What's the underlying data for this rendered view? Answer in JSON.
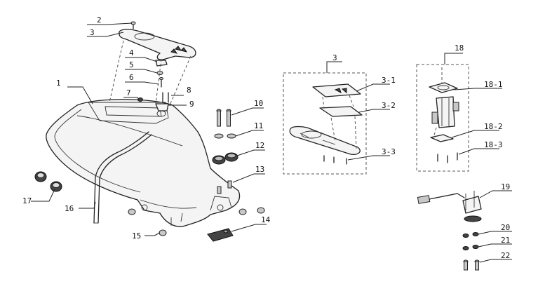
{
  "callouts": [
    {
      "id": "c1",
      "text": "1"
    },
    {
      "id": "c2",
      "text": "2"
    },
    {
      "id": "c3a",
      "text": "3"
    },
    {
      "id": "c4",
      "text": "4"
    },
    {
      "id": "c5",
      "text": "5"
    },
    {
      "id": "c6",
      "text": "6"
    },
    {
      "id": "c7",
      "text": "7"
    },
    {
      "id": "c8",
      "text": "8"
    },
    {
      "id": "c9",
      "text": "9"
    },
    {
      "id": "c10",
      "text": "10"
    },
    {
      "id": "c11",
      "text": "11"
    },
    {
      "id": "c12",
      "text": "12"
    },
    {
      "id": "c13",
      "text": "13"
    },
    {
      "id": "c14",
      "text": "14"
    },
    {
      "id": "c15",
      "text": "15"
    },
    {
      "id": "c16",
      "text": "16"
    },
    {
      "id": "c17",
      "text": "17"
    },
    {
      "id": "c3b",
      "text": "3"
    },
    {
      "id": "c3-1",
      "text": "3-1"
    },
    {
      "id": "c3-2",
      "text": "3-2"
    },
    {
      "id": "c3-3",
      "text": "3-3"
    },
    {
      "id": "c18",
      "text": "18"
    },
    {
      "id": "c18-1",
      "text": "18-1"
    },
    {
      "id": "c18-2",
      "text": "18-2"
    },
    {
      "id": "c18-3",
      "text": "18-3"
    },
    {
      "id": "c19",
      "text": "19"
    },
    {
      "id": "c20",
      "text": "20"
    },
    {
      "id": "c21",
      "text": "21"
    },
    {
      "id": "c22",
      "text": "22"
    }
  ]
}
